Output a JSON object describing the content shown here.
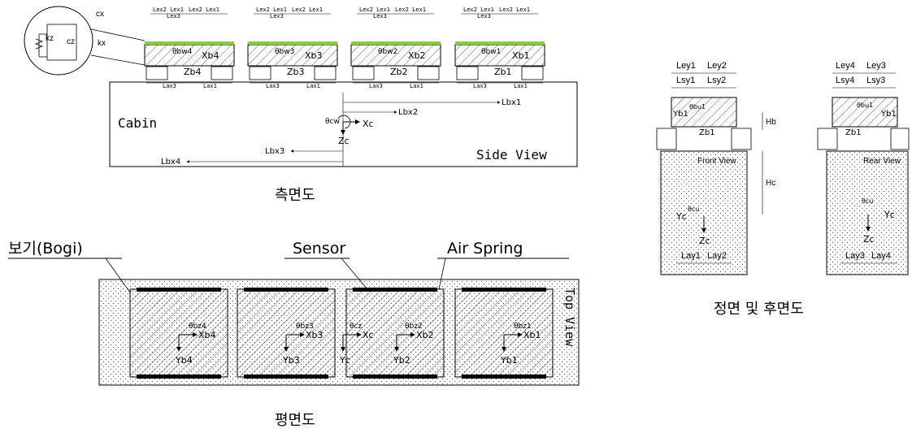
{
  "side_view": {
    "inset": {
      "cx": "cx",
      "kz": "kz",
      "cz": "cz",
      "kx": "kx"
    },
    "cabin": "Cabin",
    "view_label": "Side View",
    "caption": "측면도",
    "bogies": [
      {
        "x": "Xb4",
        "z": "Zb4",
        "theta": "θbw4"
      },
      {
        "x": "Xb3",
        "z": "Zb3",
        "theta": "θbw3"
      },
      {
        "x": "Xb2",
        "z": "Zb2",
        "theta": "θbw2"
      },
      {
        "x": "Xb1",
        "z": "Zb1",
        "theta": "θbw1"
      }
    ],
    "top_dims": [
      "Lex2 Lex1",
      "Lex3"
    ],
    "bottom_dims": [
      "Lax3",
      "Lax1"
    ],
    "center": {
      "x": "Xc",
      "z": "Zc",
      "theta": "θcw"
    },
    "lengths": [
      "Lbx1",
      "Lbx2",
      "Lbx3",
      "Lbx4"
    ]
  },
  "top_view": {
    "caption": "평면도",
    "callouts": {
      "bogi": "보기(Bogi)",
      "sensor": "Sensor",
      "air_spring": "Air Spring"
    },
    "view_label": "Top View",
    "bogies": [
      {
        "x": "Xb4",
        "y": "Yb4",
        "theta": "θbz4"
      },
      {
        "x": "Xb3",
        "y": "Yb3",
        "theta": "θbz3"
      },
      {
        "x": "Xb2",
        "y": "Yb2",
        "theta": "θbz2"
      },
      {
        "x": "Xb1",
        "y": "Yb1",
        "theta": "θbz1"
      }
    ],
    "center": {
      "x": "Xc",
      "y": "Yc",
      "theta": "θcz"
    }
  },
  "front_rear": {
    "caption": "정면 및 후면도",
    "front": {
      "ley": [
        "Ley1",
        "Ley2"
      ],
      "lsy": [
        "Lsy1",
        "Lsy2"
      ],
      "yb": "Yb1",
      "zb": "Zb1",
      "theta_b": "θbu1",
      "label": "Front View",
      "yc": "Yc",
      "zc": "Zc",
      "theta_c": "θcu",
      "lay": [
        "Lay1",
        "Lay2"
      ]
    },
    "rear": {
      "ley": [
        "Ley4",
        "Ley3"
      ],
      "lsy": [
        "Lsy4",
        "Lsy3"
      ],
      "yb": "Yb1",
      "zb": "Zb1",
      "theta_b": "θbu1",
      "label": "Rear View",
      "yc": "Yc",
      "zc": "Zc",
      "theta_c": "θcu",
      "lay": [
        "Lay3",
        "Lay4"
      ]
    },
    "hb": "Hb",
    "hc": "Hc"
  }
}
